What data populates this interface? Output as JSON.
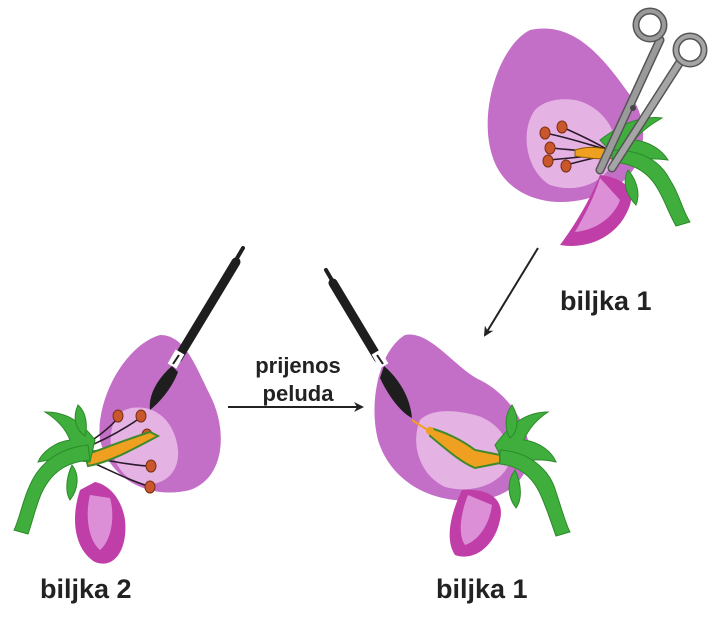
{
  "labels": {
    "plant1_top": "biljka 1",
    "plant2": "biljka 2",
    "plant1_bottom": "biljka 1",
    "transfer_line1": "prijenos",
    "transfer_line2": "peluda"
  },
  "colors": {
    "petal_outer": "#c46fc7",
    "petal_inner": "#e5b2e4",
    "keel": "#c03ea8",
    "keel_light": "#dc8fd6",
    "stem": "#3fae3c",
    "stem_dark": "#2b8a2a",
    "anther": "#c9572b",
    "ovary": "#f0a020",
    "brush": "#1e1e1e",
    "scissors": "#8a8a8a",
    "arrow": "#222222"
  },
  "icons": {
    "brush": "paintbrush-icon",
    "scissors": "scissors-icon"
  }
}
